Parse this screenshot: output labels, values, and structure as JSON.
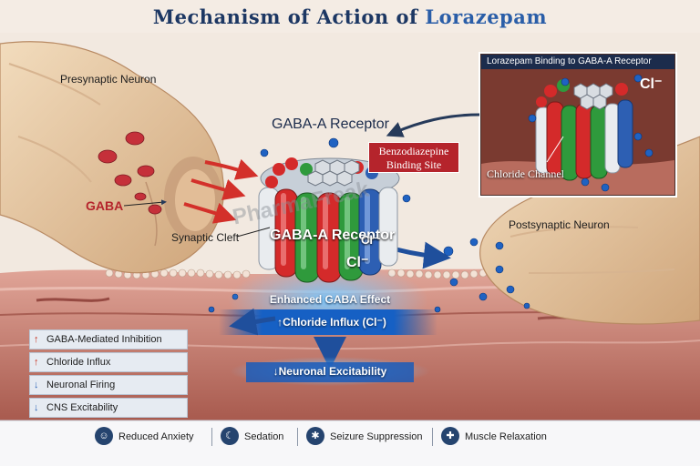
{
  "title": {
    "part1": "Mechanism of Action of ",
    "part2": "Lorazepam"
  },
  "labels": {
    "presynaptic": "Presynaptic Neuron",
    "gaba": "GABA",
    "receptor_title": "GABA-A Receptor",
    "benzo_site": "Benzodiazepine Binding Site",
    "synaptic_cleft": "Synaptic Cleft",
    "receptor_body": "GABA-A Receptor",
    "cl_ion_1": "Cl⁻",
    "cl_ion_2": "Cl⁻",
    "postsynaptic": "Postsynaptic Neuron",
    "watermark": "PharmaFreak"
  },
  "inset": {
    "title": "Lorazepam Binding to GABA-A Receptor",
    "cl_ion": "Cl⁻",
    "channel": "Chloride Channel"
  },
  "flow": {
    "enhanced": "Enhanced GABA Effect",
    "influx": "↑Chloride Influx (Cl⁻)",
    "excitability": "↓Neuronal Excitability"
  },
  "legend": [
    {
      "arrow": "↑",
      "dir": "up",
      "label": "GABA-Mediated Inhibition"
    },
    {
      "arrow": "↑",
      "dir": "up",
      "label": "Chloride Influx"
    },
    {
      "arrow": "↓",
      "dir": "down",
      "label": "Neuronal Firing"
    },
    {
      "arrow": "↓",
      "dir": "down",
      "label": "CNS Excitability"
    }
  ],
  "effects": [
    {
      "icon": "person-icon",
      "label": "Reduced Anxiety"
    },
    {
      "icon": "bed-icon",
      "label": "Sedation"
    },
    {
      "icon": "brain-icon",
      "label": "Seizure Suppression"
    },
    {
      "icon": "muscle-icon",
      "label": "Muscle Relaxation"
    }
  ],
  "colors": {
    "title": "#1c3763",
    "title_highlight": "#2a5ea8",
    "neuron": "#e8c9a2",
    "tissue": "#c97b6e",
    "subunit_red": "#d42a2a",
    "subunit_green": "#2f9a3c",
    "subunit_blue": "#2d5fb3",
    "subunit_white": "#e9ecef",
    "ion_blue": "#1f62c2",
    "gaba_red": "#c5303a",
    "accent_red": "#b5242c",
    "navy": "#1c2c4c"
  }
}
